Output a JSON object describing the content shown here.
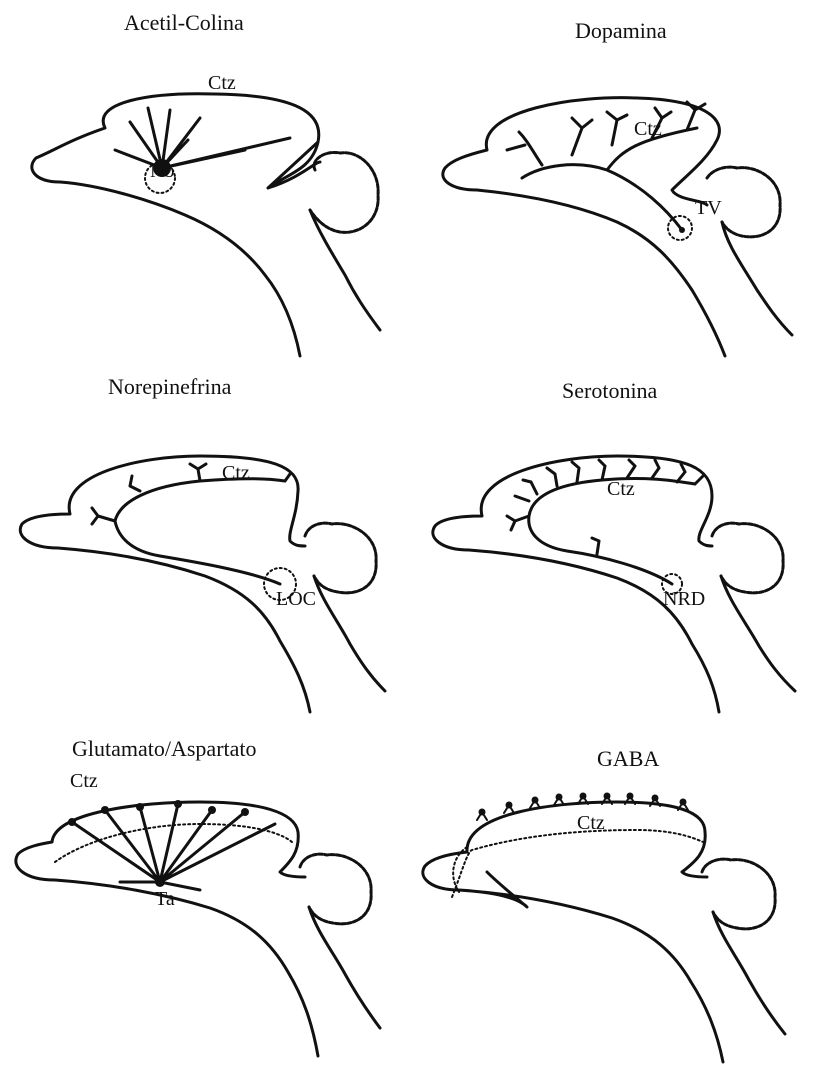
{
  "panels": [
    {
      "id": "ach",
      "title": "Acetil-Colina",
      "labels": {
        "cortex": "Ctz",
        "nucleus": "Nb"
      }
    },
    {
      "id": "da",
      "title": "Dopamina",
      "labels": {
        "cortex": "Ctz",
        "nucleus": "TV"
      }
    },
    {
      "id": "ne",
      "title": "Norepinefrina",
      "labels": {
        "cortex": "Ctz",
        "nucleus": "LOC"
      }
    },
    {
      "id": "5ht",
      "title": "Serotonina",
      "labels": {
        "cortex": "Ctz",
        "nucleus": "NRD"
      }
    },
    {
      "id": "glu",
      "title": "Glutamato/Aspartato",
      "labels": {
        "cortex": "Ctz",
        "nucleus": "Ta"
      }
    },
    {
      "id": "gaba",
      "title": "GABA",
      "labels": {
        "cortex": "Ctz"
      }
    }
  ]
}
